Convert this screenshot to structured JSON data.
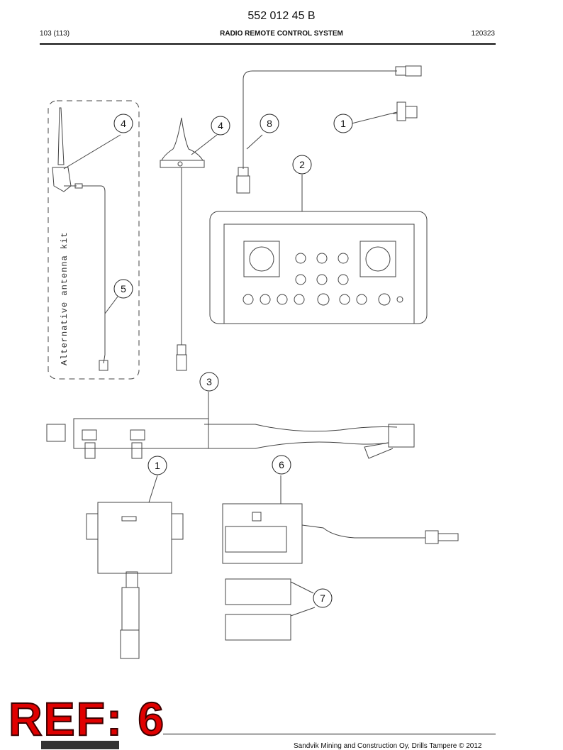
{
  "header": {
    "doc_number": "552 012 45 B",
    "page": "103 (113)",
    "title": "RADIO REMOTE CONTROL SYSTEM",
    "date": "120323"
  },
  "drawing": {
    "kit_label": "Alternative antenna kit",
    "callouts": {
      "c4a": "4",
      "c4b": "4",
      "c8": "8",
      "c1a": "1",
      "c2": "2",
      "c5": "5",
      "c3": "3",
      "c1b": "1",
      "c6": "6",
      "c7": "7"
    }
  },
  "stamp": {
    "text": "REF: 6"
  },
  "footer": {
    "text": "Sandvik Mining and Construction Oy, Drills Tampere © 2012"
  },
  "colors": {
    "stamp": "#e00000",
    "line": "#444444"
  }
}
